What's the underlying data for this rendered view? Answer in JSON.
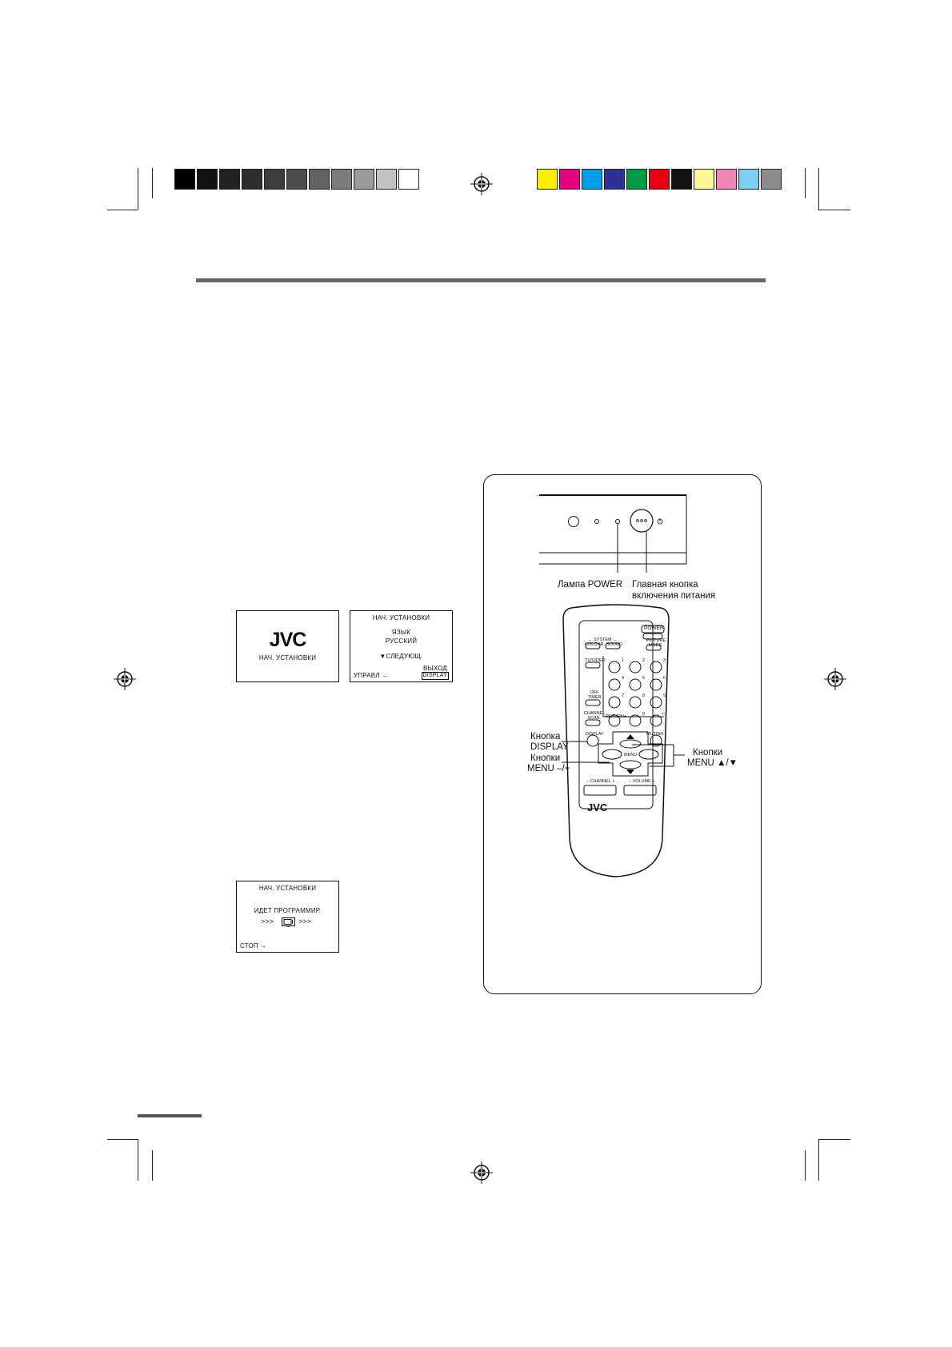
{
  "colors": {
    "gray_bar": [
      "#000000",
      "#121212",
      "#222222",
      "#2e2e2e",
      "#3c3c3c",
      "#4d4d4d",
      "#626262",
      "#7b7b7b",
      "#9a9a9a",
      "#c2c2c2",
      "#ffffff"
    ],
    "color_bar": [
      "#ffed00",
      "#e4007f",
      "#00a0e9",
      "#2e3191",
      "#009944",
      "#e60012",
      "#111111",
      "#fff799",
      "#ee86b9",
      "#7ecef4",
      "#8c8c8c"
    ],
    "rule": "#666666"
  },
  "screens": {
    "logo": {
      "brand": "JVC",
      "caption": "НАЧ. УСТАНОВКИ"
    },
    "language": {
      "title": "НАЧ. УСТАНОВКИ",
      "item": "ЯЗЫК",
      "value": "РУССКИЙ",
      "next": "▼СЛЕДУЮЩ.",
      "exit": "ВЫХОД",
      "display_key": "DISPLAY",
      "control": "УПРАВЛ →"
    },
    "programming": {
      "title": "НАЧ. УСТАНОВКИ",
      "status": "ИДЕТ ПРОГРАММИР.",
      "arrows_left": ">>>",
      "arrows_right": ">>>",
      "stop": "СТОП →"
    }
  },
  "figure": {
    "callouts": {
      "power_lamp": "Лампа POWER",
      "main_power_1": "Главная кнопка",
      "main_power_2": "включения питания",
      "display_1": "Кнопка",
      "display_2": "DISPLAY",
      "menu_pm_1": "Кнопки",
      "menu_pm_2": "MENU –/+",
      "menu_ud_1": "Кнопки",
      "menu_ud_2": "MENU ▲/▼"
    },
    "remote": {
      "power": "POWER",
      "system": "← SYSTEM →",
      "colour": "COLOUR",
      "sound": "SOUND",
      "picture_mode": "PICTURE MODE",
      "tv_video": "TV/VIDEO",
      "off_timer": "OFF TIMER",
      "channel_scan": "CHANNEL SCAN",
      "return": "RETURN+",
      "display": "DISPLAY",
      "muting": "MUTING",
      "menu": "MENU",
      "channel": "– CHANNEL +",
      "volume": "– VOLUME +",
      "brand": "JVC",
      "keys": [
        "1",
        "2",
        "3",
        "4",
        "5",
        "6",
        "7",
        "8",
        "9",
        "0",
        "-/--"
      ]
    }
  }
}
